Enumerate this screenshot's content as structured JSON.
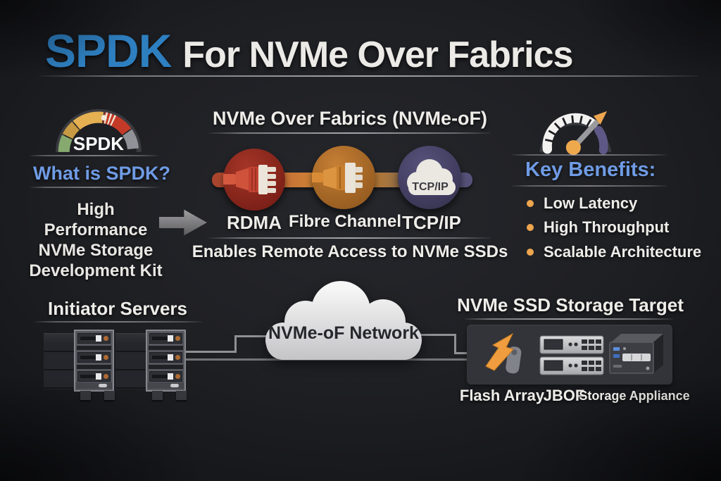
{
  "title": {
    "brand": "SPDK",
    "rest": "For NVMe Over Fabrics"
  },
  "spdk": {
    "gauge_label": "SPDK",
    "question": "What is SPDK?",
    "description_lines": [
      "High Performance",
      "NVMe Storage",
      "Development Kit"
    ]
  },
  "fabrics": {
    "heading": "NVMe Over Fabrics (NVMe-oF)",
    "transports": [
      {
        "label": "RDMA"
      },
      {
        "label": "Fibre Channel"
      },
      {
        "label": "TCP/IP",
        "cloud_text": "TCP/IP"
      }
    ],
    "caption": "Enables Remote Access to NVMe SSDs"
  },
  "benefits": {
    "heading": "Key Benefits:",
    "items": [
      "Low Latency",
      "High Throughput",
      "Scalable Architecture"
    ]
  },
  "topology": {
    "initiators_heading": "Initiator Servers",
    "network_label": "NVMe-oF Network",
    "target_heading": "NVMe SSD Storage Target",
    "target_items": [
      "Flash Array",
      "JBOF",
      "Storage Appliance"
    ]
  },
  "colors": {
    "background": "#1e1f23",
    "title_blue": "#2e7fc0",
    "label_blue": "#6f9be4",
    "bullet_orange": "#eda64f",
    "rdma_red": "#8f2a20",
    "fibre_orange": "#b06a28",
    "tcpip_purple": "#453f63",
    "cloud_gray": "#d9d9db"
  }
}
